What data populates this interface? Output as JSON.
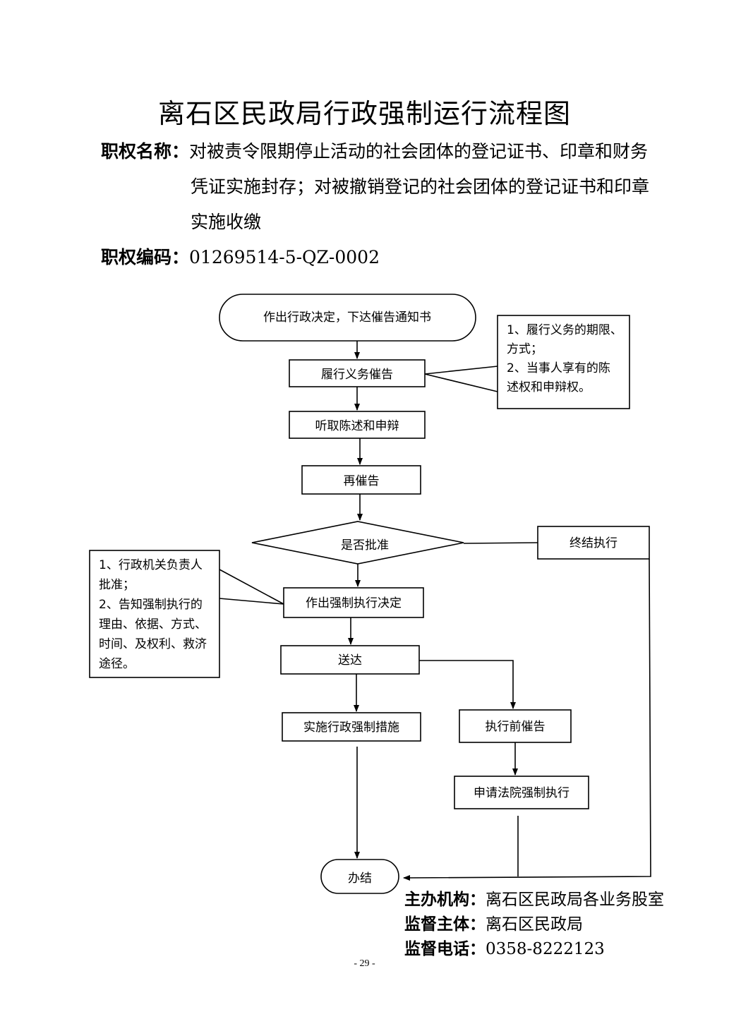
{
  "title": "离石区民政局行政强制运行流程图",
  "header": {
    "name_label": "职权名称：",
    "name_lines": [
      "对被责令限期停止活动的社会团体的登记证书、印章和财务",
      "凭证实施封存；对被撤销登记的社会团体的登记证书和印章",
      "实施收缴"
    ],
    "code_label": "职权编码：",
    "code_value": "01269514-5-QZ-0002"
  },
  "nodes": {
    "start": "作出行政决定，下达催告通知书",
    "duty_notice": "履行义务催告",
    "hearing": "听取陈述和申辩",
    "renotice": "再催告",
    "approval": "是否批准",
    "terminate": "终结执行",
    "decision": "作出强制执行决定",
    "deliver": "送达",
    "measures": "实施行政强制措施",
    "pre_notice": "执行前催告",
    "court": "申请法院强制执行",
    "end": "办结"
  },
  "notes": {
    "right_note": [
      "1、履行义务的期限、",
      "方式；",
      "2、当事人享有的陈",
      "述权和申辩权。"
    ],
    "left_note": [
      "1、行政机关负责人",
      "批准；",
      "2、告知强制执行的",
      "理由、依据、方式、",
      "时间、及权利、救济",
      "途径。"
    ]
  },
  "footer": {
    "org_label": "主办机构：",
    "org_value": "离石区民政局各业务股室",
    "supervisor_label": "监督主体：",
    "supervisor_value": "离石区民政局",
    "phone_label": "监督电话：",
    "phone_value": "0358-8222123"
  },
  "page_number": "- 29 -"
}
